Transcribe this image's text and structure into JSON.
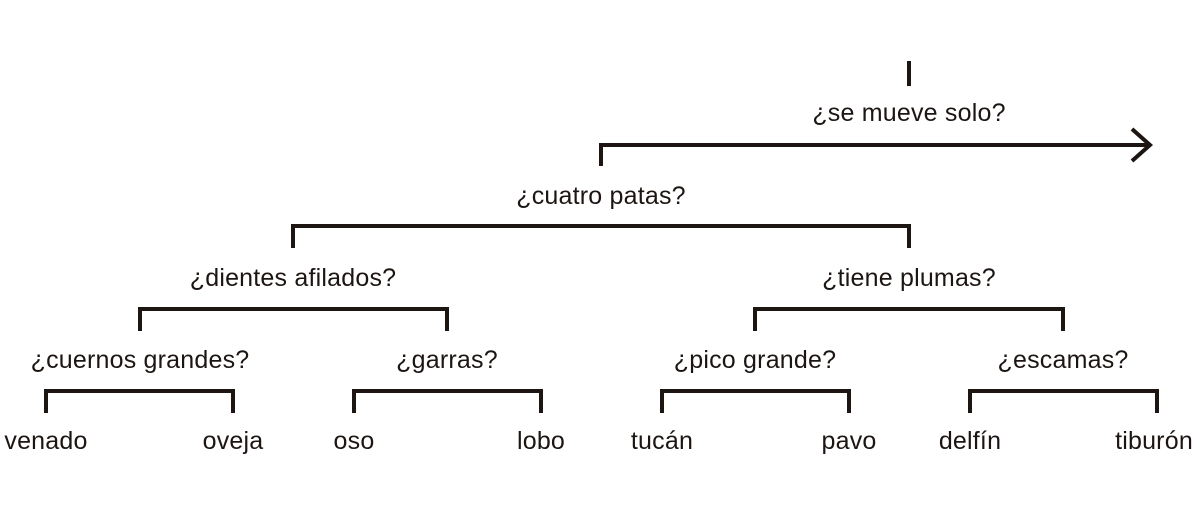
{
  "colors": {
    "ink": "#1c1512",
    "background": "#ffffff"
  },
  "questions": {
    "root": "¿se mueve solo?",
    "q1": "¿cuatro patas?",
    "q2": "¿dientes afilados?",
    "q3": "¿tiene plumas?",
    "q4": "¿cuernos grandes?",
    "q5": "¿garras?",
    "q6": "¿pico grande?",
    "q7": "¿escamas?"
  },
  "leaves": {
    "l1": "venado",
    "l2": "oveja",
    "l3": "oso",
    "l4": "lobo",
    "l5": "tucán",
    "l6": "pavo",
    "l7": "delfín",
    "l8": "tiburón"
  }
}
